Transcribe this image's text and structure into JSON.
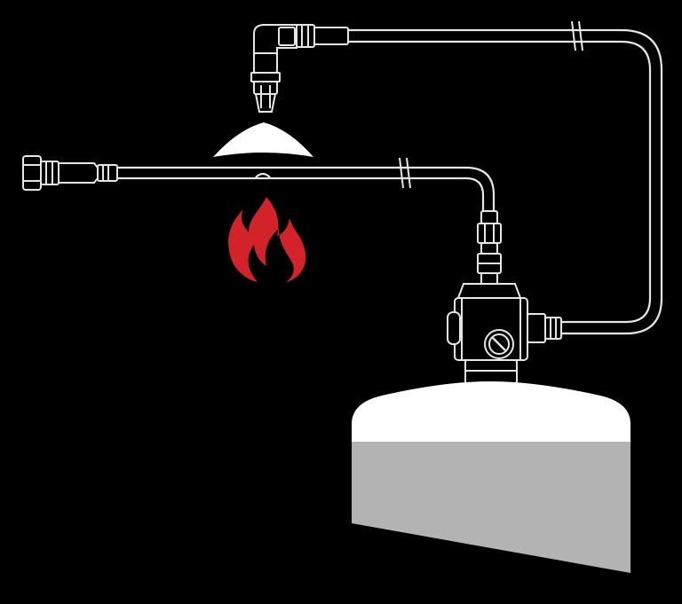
{
  "diagram": {
    "colors": {
      "background": "#000000",
      "line": "#e6e6e6",
      "flame": "#d2232a",
      "cylinder_top": "#ffffff",
      "cylinder_body": "#b3b3b3",
      "nozzle_spray": "#ffffff"
    },
    "components": [
      {
        "id": "sprinkler-nozzle",
        "icon": "discharge-nozzle"
      },
      {
        "id": "spray-cone",
        "icon": "spray-cone"
      },
      {
        "id": "detection-tube",
        "icon": "pressurized-detection-tube"
      },
      {
        "id": "discharge-tube",
        "icon": "discharge-tube"
      },
      {
        "id": "fire",
        "icon": "flame-icon"
      },
      {
        "id": "cylinder-valve",
        "icon": "valve-with-gauge"
      },
      {
        "id": "cylinder",
        "icon": "agent-cylinder"
      }
    ]
  }
}
